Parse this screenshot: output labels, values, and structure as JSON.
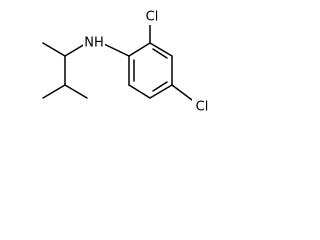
{
  "molecule": {
    "atom_labels": {
      "nh": "NH",
      "cl_ortho": "Cl",
      "cl_para": "Cl"
    }
  }
}
